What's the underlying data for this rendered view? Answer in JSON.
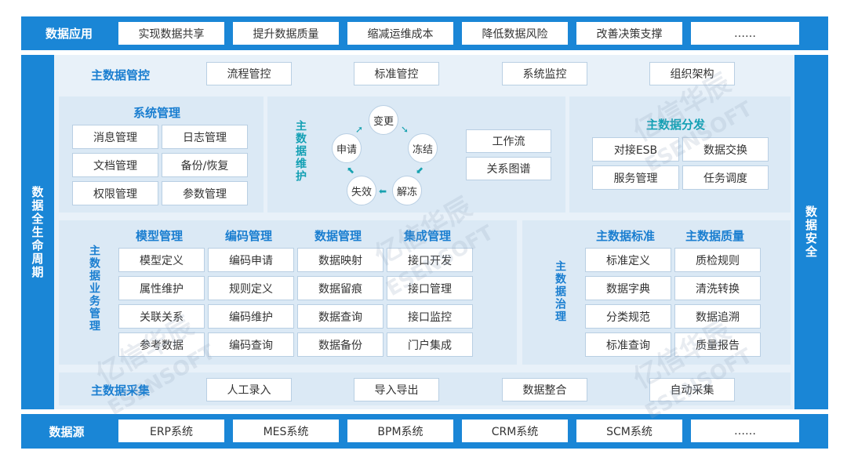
{
  "top": {
    "label": "数据应用",
    "items": [
      "实现数据共享",
      "提升数据质量",
      "缩减运维成本",
      "降低数据风险",
      "改善决策支撑",
      "……"
    ]
  },
  "left_label": "数据全生命周期",
  "right_label": "数据安全",
  "control": {
    "title": "主数据管控",
    "items": [
      "流程管控",
      "标准管控",
      "系统监控",
      "组织架构"
    ]
  },
  "sysmgmt": {
    "title": "系统管理",
    "items": [
      "消息管理",
      "日志管理",
      "文档管理",
      "备份/恢复",
      "权限管理",
      "参数管理"
    ]
  },
  "maint": {
    "title": "主数据维护",
    "cycle": [
      "变更",
      "冻结",
      "解冻",
      "失效",
      "申请"
    ],
    "items": [
      "工作流",
      "关系图谱"
    ]
  },
  "dist": {
    "title": "主数据分发",
    "items": [
      "对接ESB",
      "数据交换",
      "服务管理",
      "任务调度"
    ]
  },
  "biz": {
    "title": "主数据业务管理",
    "columns": [
      {
        "title": "模型管理",
        "items": [
          "模型定义",
          "属性维护",
          "关联关系",
          "参考数据"
        ]
      },
      {
        "title": "编码管理",
        "items": [
          "编码申请",
          "规则定义",
          "编码维护",
          "编码查询"
        ]
      },
      {
        "title": "数据管理",
        "items": [
          "数据映射",
          "数据留痕",
          "数据查询",
          "数据备份"
        ]
      },
      {
        "title": "集成管理",
        "items": [
          "接口开发",
          "接口管理",
          "接口监控",
          "门户集成"
        ]
      }
    ]
  },
  "gov": {
    "title": "主数据治理",
    "columns": [
      {
        "title": "主数据标准",
        "items": [
          "标准定义",
          "数据字典",
          "分类规范",
          "标准查询"
        ]
      },
      {
        "title": "主数据质量",
        "items": [
          "质检规则",
          "清洗转换",
          "数据追溯",
          "质量报告"
        ]
      }
    ]
  },
  "collect": {
    "title": "主数据采集",
    "items": [
      "人工录入",
      "导入导出",
      "数据整合",
      "自动采集"
    ]
  },
  "bottom": {
    "label": "数据源",
    "items": [
      "ERP系统",
      "MES系统",
      "BPM系统",
      "CRM系统",
      "SCM系统",
      "……"
    ]
  },
  "watermark": [
    "亿信华辰",
    "ESENSOFT"
  ]
}
